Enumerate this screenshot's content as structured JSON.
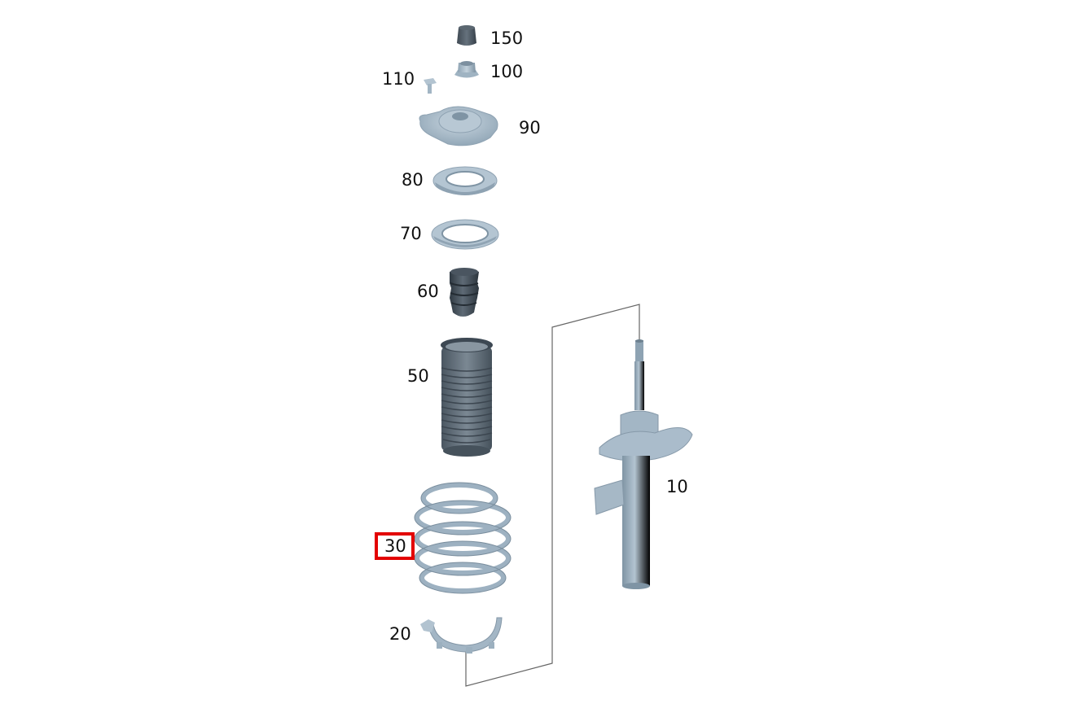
{
  "diagram": {
    "type": "exploded-parts-diagram",
    "subject": "front suspension strut assembly",
    "highlight_color": "#e30000",
    "part_color": "#a9bccb",
    "dark_part_color": "#4f5b66",
    "leader_line_color": "#555555",
    "selected_part": "30",
    "callouts": [
      {
        "id": "150",
        "label": "150"
      },
      {
        "id": "100",
        "label": "100"
      },
      {
        "id": "110",
        "label": "110"
      },
      {
        "id": "90",
        "label": "90"
      },
      {
        "id": "80",
        "label": "80"
      },
      {
        "id": "70",
        "label": "70"
      },
      {
        "id": "60",
        "label": "60"
      },
      {
        "id": "50",
        "label": "50"
      },
      {
        "id": "30",
        "label": "30"
      },
      {
        "id": "20",
        "label": "20"
      },
      {
        "id": "10",
        "label": "10"
      }
    ]
  }
}
